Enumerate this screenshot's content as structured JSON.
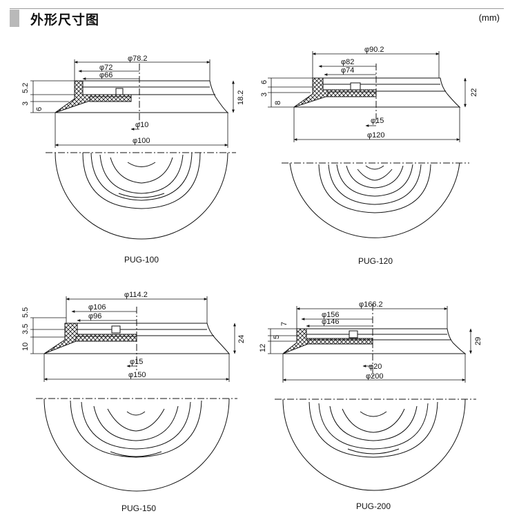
{
  "header": {
    "title": "外形尺寸图",
    "unit": "(mm)"
  },
  "models": [
    {
      "caption": "PUG-100",
      "d_top": "φ78.2",
      "d_step1": "φ72",
      "d_step2": "φ66",
      "d_hole": "φ10",
      "d_base": "φ100",
      "h_left": [
        "5.2",
        "3",
        "6"
      ],
      "h_total": "18.2"
    },
    {
      "caption": "PUG-120",
      "d_top": "φ90.2",
      "d_step1": "φ82",
      "d_step2": "φ74",
      "d_hole": "φ15",
      "d_base": "φ120",
      "h_left": [
        "6",
        "3",
        "8"
      ],
      "h_total": "22"
    },
    {
      "caption": "PUG-150",
      "d_top": "φ114.2",
      "d_step1": "φ106",
      "d_step2": "φ96",
      "d_hole": "φ15",
      "d_base": "φ150",
      "h_left": [
        "5.5",
        "3.5",
        "10"
      ],
      "h_total": "24"
    },
    {
      "caption": "PUG-200",
      "d_top": "φ166.2",
      "d_step1": "φ156",
      "d_step2": "φ146",
      "d_hole": "φ20",
      "d_base": "φ200",
      "h_left": [
        "7",
        "5",
        "12"
      ],
      "h_total": "29"
    }
  ]
}
